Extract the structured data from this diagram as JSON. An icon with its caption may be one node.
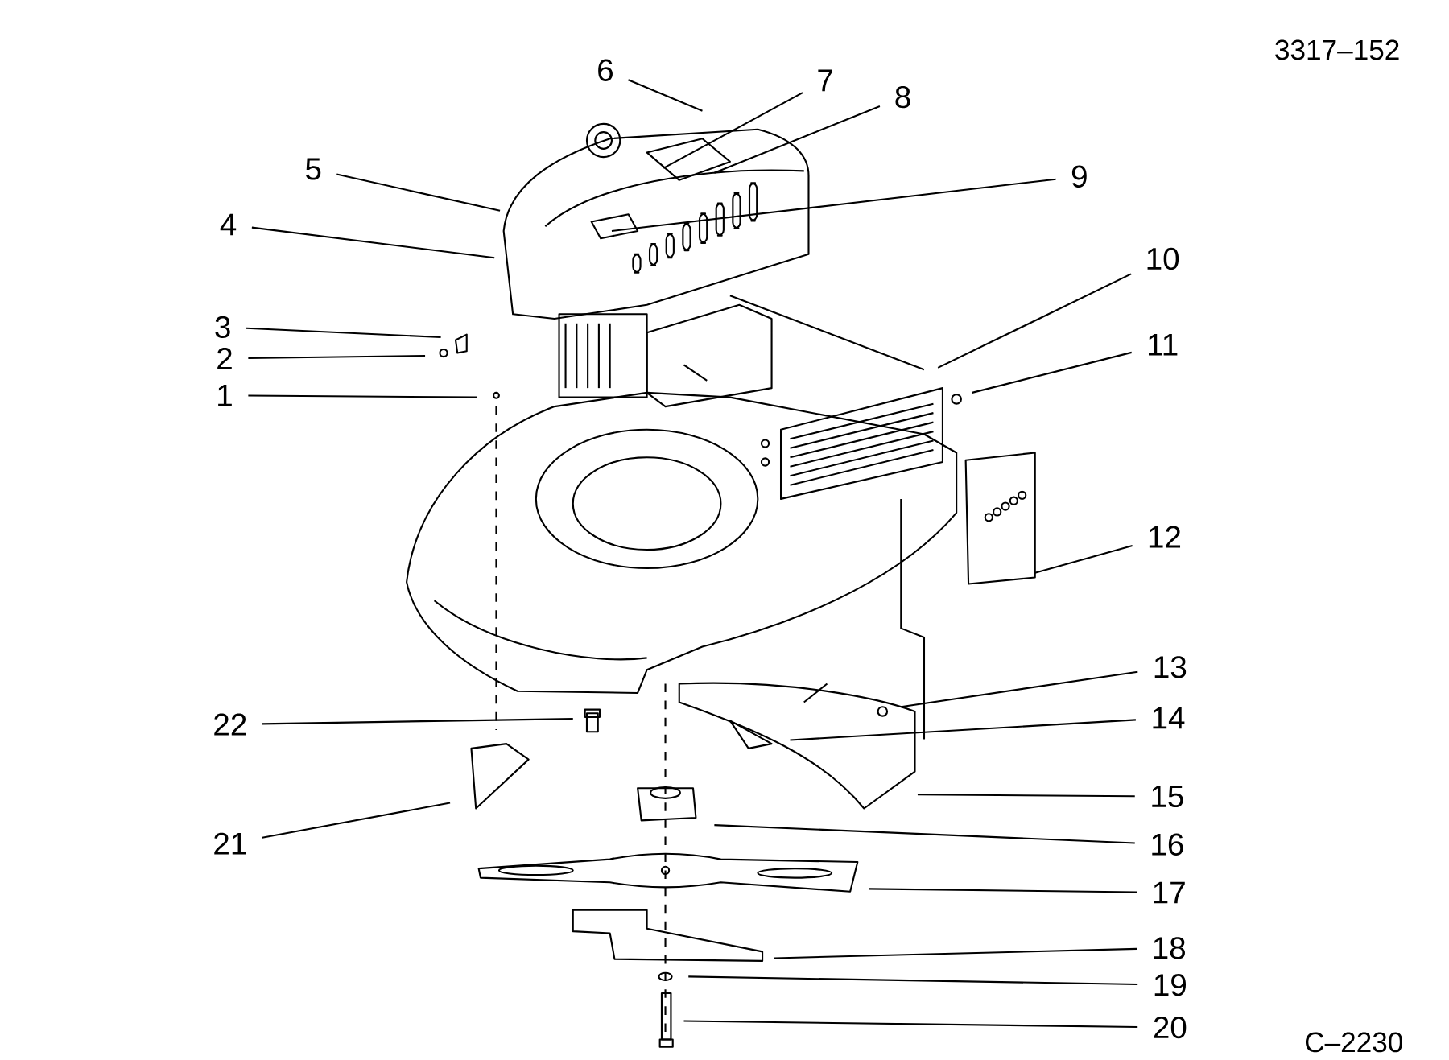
{
  "diagram": {
    "nodes": [
      {
        "text": [
          "1"
        ]
      },
      {
        "text": [
          "2"
        ]
      },
      {
        "text": [
          "3"
        ]
      },
      {
        "text": [
          "4"
        ]
      },
      {
        "text": [
          "5"
        ]
      },
      {
        "text": [
          "6"
        ]
      },
      {
        "text": [
          "7"
        ]
      },
      {
        "text": [
          "8"
        ]
      },
      {
        "text": [
          "9"
        ]
      },
      {
        "text": [
          "10"
        ]
      },
      {
        "text": [
          "11"
        ]
      },
      {
        "text": [
          "12"
        ]
      },
      {
        "text": [
          "13"
        ]
      },
      {
        "text": [
          "14"
        ]
      },
      {
        "text": [
          "15"
        ]
      },
      {
        "text": [
          "16"
        ]
      },
      {
        "text": [
          "17"
        ]
      },
      {
        "text": [
          "18"
        ]
      },
      {
        "text": [
          "19"
        ]
      },
      {
        "text": [
          "20"
        ]
      },
      {
        "text": [
          "21"
        ]
      },
      {
        "text": [
          "22"
        ]
      }
    ],
    "edges": [
      {
        "from": 0,
        "to": null,
        "arrow": "none"
      },
      {
        "from": 1,
        "to": null,
        "arrow": "none"
      },
      {
        "from": 2,
        "to": null,
        "arrow": "none"
      },
      {
        "from": 3,
        "to": null,
        "arrow": "none"
      },
      {
        "from": 4,
        "to": null,
        "arrow": "none"
      },
      {
        "from": 5,
        "to": null,
        "arrow": "none"
      },
      {
        "from": 6,
        "to": null,
        "arrow": "none"
      },
      {
        "from": 7,
        "to": null,
        "arrow": "none"
      },
      {
        "from": 8,
        "to": null,
        "arrow": "none"
      },
      {
        "from": 9,
        "to": null,
        "arrow": "none"
      },
      {
        "from": 10,
        "to": null,
        "arrow": "none"
      },
      {
        "from": 11,
        "to": null,
        "arrow": "none"
      },
      {
        "from": 12,
        "to": null,
        "arrow": "none"
      },
      {
        "from": 13,
        "to": null,
        "arrow": "none"
      },
      {
        "from": 14,
        "to": null,
        "arrow": "none"
      },
      {
        "from": 15,
        "to": null,
        "arrow": "none"
      },
      {
        "from": 16,
        "to": null,
        "arrow": "none"
      },
      {
        "from": 17,
        "to": null,
        "arrow": "none"
      },
      {
        "from": 18,
        "to": null,
        "arrow": "none"
      },
      {
        "from": 19,
        "to": null,
        "arrow": "none"
      },
      {
        "from": 20,
        "to": null,
        "arrow": "none"
      },
      {
        "from": 21,
        "to": null,
        "arrow": "none"
      }
    ],
    "labels": [
      "3317–152",
      "C–2230"
    ]
  }
}
